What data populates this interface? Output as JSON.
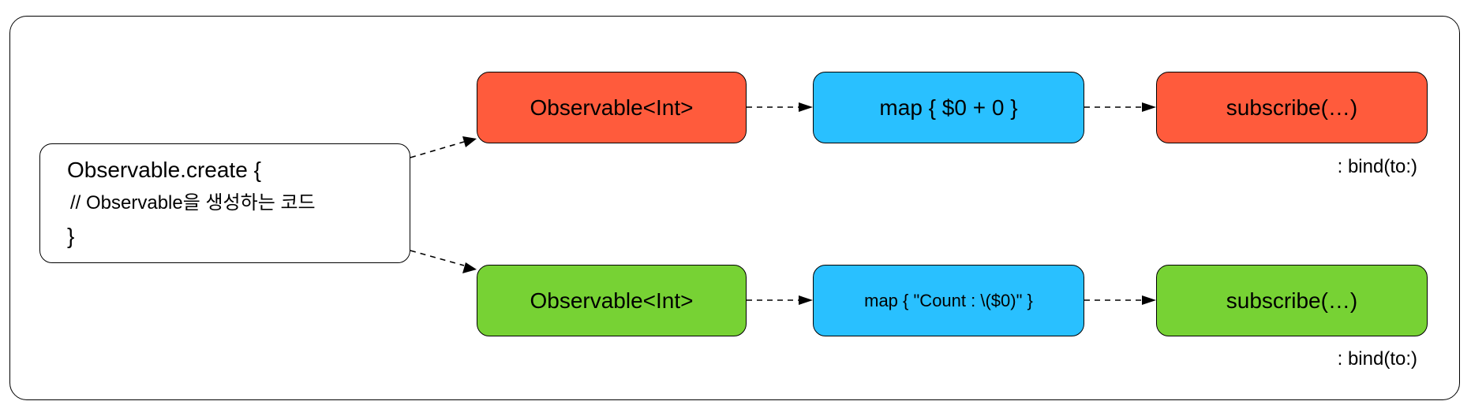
{
  "colors": {
    "source_fill": "#ffffff",
    "observable_top": "#FF5B3C",
    "observable_bottom": "#77D234",
    "map": "#29C0FF",
    "subscribe_top": "#FF5B3C",
    "subscribe_bottom": "#77D234"
  },
  "source": {
    "line1": "Observable.create {",
    "line2": "// Observable을 생성하는 코드",
    "line3": "}"
  },
  "top_row": {
    "observable": "Observable<Int>",
    "map": "map { $0 + 0 }",
    "subscribe": "subscribe(…)",
    "caption": ": bind(to:)"
  },
  "bottom_row": {
    "observable": "Observable<Int>",
    "map": "map { \"Count : \\($0)\" }",
    "subscribe": "subscribe(…)",
    "caption": ": bind(to:)"
  }
}
